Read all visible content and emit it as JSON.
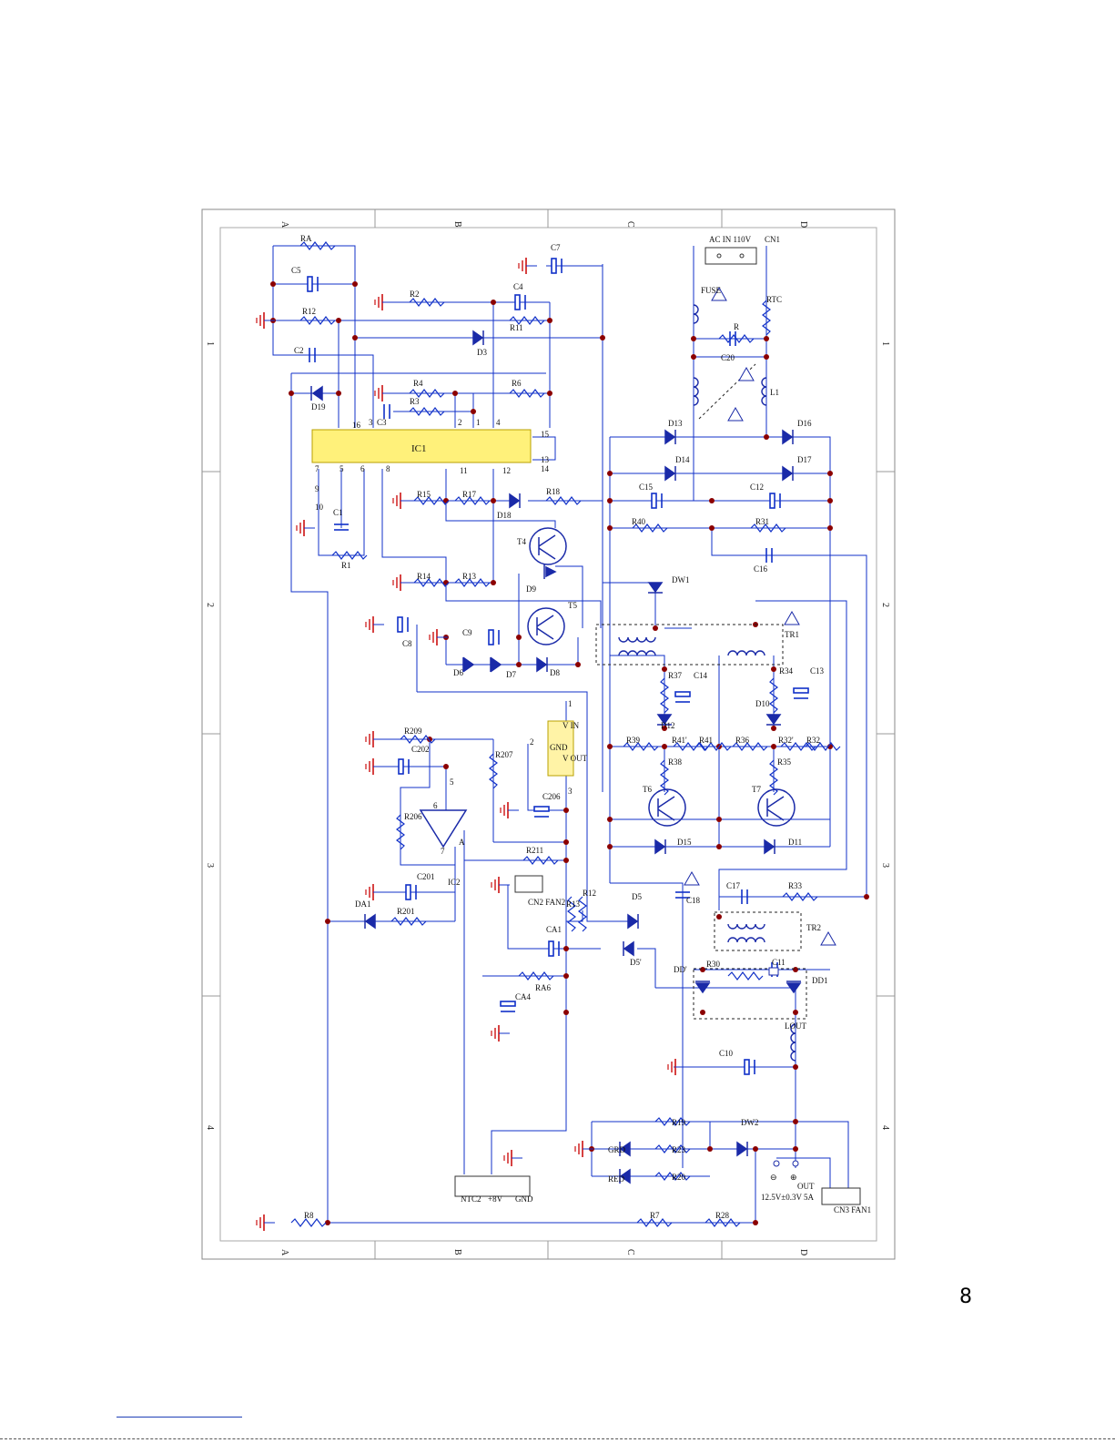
{
  "page_number": "8",
  "zones": {
    "columns": [
      "A",
      "B",
      "C",
      "D"
    ],
    "rows": [
      "1",
      "2",
      "3",
      "4"
    ]
  },
  "ic1": {
    "name": "IC1",
    "pins_top": [
      "16",
      "3",
      "2",
      "1",
      "4",
      "15",
      "13"
    ],
    "pins_bottom": [
      "7",
      "9",
      "10",
      "5",
      "6",
      "8",
      "11",
      "12",
      "14"
    ]
  },
  "ic2": {
    "name": "IC2",
    "pins": [
      "6",
      "5",
      "7",
      "A"
    ]
  },
  "regulator": {
    "vin": "V IN",
    "gnd": "GND",
    "vout": "V OUT",
    "pin1": "1",
    "pin2": "2",
    "pin3": "3"
  },
  "input": {
    "connector": "CN1",
    "label": "AC IN 110V",
    "fuse": "FUSE",
    "ntc": "RTC",
    "r": "R",
    "c20": "C20",
    "l1": "L1"
  },
  "output": {
    "label": "OUT",
    "spec": "12.5V±0.3V 5A",
    "plus": "⊕",
    "minus": "⊖",
    "lout": "LOUT",
    "fan_conn": "CN3 FAN1"
  },
  "connectors": {
    "ntc2": [
      "NTC2",
      "+8V",
      "GND"
    ],
    "fan2": "CN2 FAN2"
  },
  "leds": {
    "green": "GRD",
    "red": "RED"
  },
  "transformers": {
    "tr1": "TR1",
    "tr2": "TR2"
  },
  "labels": {
    "ra": "RA",
    "c5": "C5",
    "r12": "R12",
    "c2": "C2",
    "r2": "R2",
    "c4": "C4",
    "r11": "R11",
    "c7": "C7",
    "d3": "D3",
    "d19": "D19",
    "r4": "R4",
    "r3": "R3",
    "r6": "R6",
    "c3": "C3",
    "c1": "C1",
    "r1": "R1",
    "r15": "R15",
    "r17": "R17",
    "d18": "D18",
    "r18": "R18",
    "t4": "T4",
    "d9": "D9",
    "r14": "R14",
    "r13": "R13",
    "t5": "T5",
    "c8": "C8",
    "c9": "C9",
    "d6": "D6",
    "d7": "D7",
    "d8": "D8",
    "dw1": "DW1",
    "d13": "D13",
    "d14": "D14",
    "d16": "D16",
    "d17": "D17",
    "c15": "C15",
    "c12": "C12",
    "r40": "R40",
    "r31": "R31",
    "c16": "C16",
    "r37": "R37",
    "c14": "C14",
    "d12": "D12",
    "r34": "R34",
    "c13": "C13",
    "d10": "D10",
    "r39": "R39",
    "r41p": "R41'",
    "r41": "R41",
    "r36": "R36",
    "r32p": "R32'",
    "r32": "R32",
    "r38": "R38",
    "r35": "R35",
    "t6": "T6",
    "t7": "T7",
    "d15": "D15",
    "d11": "D11",
    "c18": "C18",
    "c17": "C17",
    "r33": "R33",
    "r209": "R209",
    "c202": "C202",
    "r207": "R207",
    "c206": "C206",
    "r206": "R206",
    "r211": "R211",
    "c201": "C201",
    "r201": "R201",
    "da1": "DA1",
    "r12b": "R12",
    "r13b": "R13",
    "ca1": "CA1",
    "ra6": "RA6",
    "ca4": "CA4",
    "d5": "D5",
    "d5p": "D5'",
    "dd": "DD'",
    "dd1": "DD1",
    "r30": "R30",
    "c11": "C11",
    "c10": "C10",
    "r19": "R19",
    "r23": "R23",
    "r20": "R20",
    "dw2": "DW2",
    "r8": "R8",
    "r7": "R7",
    "r28": "R28"
  },
  "colors": {
    "wire": "#1030c8",
    "component": "#1a2aa8",
    "ground": "#cc1111",
    "junction": "#8b0000",
    "ic_fill": "#fff17a",
    "reg_fill": "#fff3a6"
  }
}
